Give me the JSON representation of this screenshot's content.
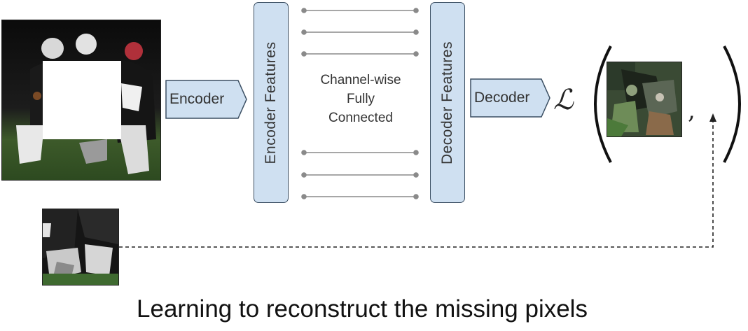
{
  "diagram": {
    "encoder_label": "Encoder",
    "encoder_features_label": "Encoder Features",
    "channel_fc_lines": [
      "Channel-wise",
      "Fully",
      "Connected"
    ],
    "decoder_features_label": "Decoder Features",
    "decoder_label": "Decoder",
    "loss_symbol": "ℒ",
    "comma": ",",
    "caption": "Learning to reconstruct the missing pixels"
  },
  "colors": {
    "box_fill": "#cfe0f1",
    "box_stroke": "#3b4f63",
    "connector": "#8a8a8a",
    "text": "#333333"
  }
}
